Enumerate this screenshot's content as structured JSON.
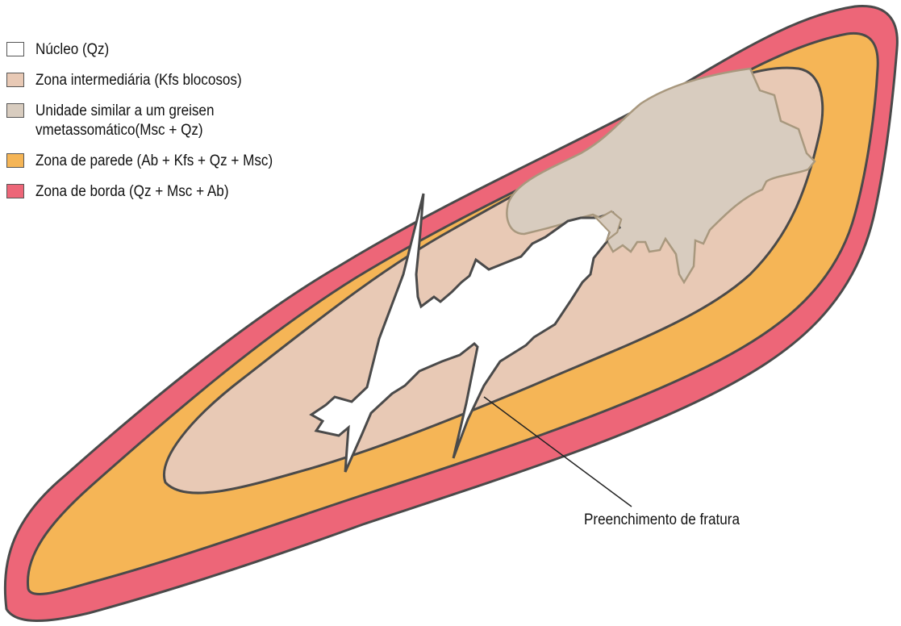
{
  "legend": {
    "items": [
      {
        "label": "Núcleo (Qz)",
        "color": "#ffffff"
      },
      {
        "label": "Zona intermediária (Kfs blocosos)",
        "color": "#e8c9b5"
      },
      {
        "label_line1": "Unidade similar a um greisen",
        "label_line2": "vmetassomático(Msc + Qz)",
        "color": "#d8ccbf"
      },
      {
        "label": "Zona de parede (Ab + Kfs + Qz + Msc)",
        "color": "#f5b556"
      },
      {
        "label": "Zona de borda (Qz + Msc + Ab)",
        "color": "#ed6678"
      }
    ]
  },
  "annotation": {
    "label": "Preenchimento de fratura"
  },
  "colors": {
    "outline": "#4a4a4a",
    "border_zone": "#ed6678",
    "wall_zone": "#f5b556",
    "intermediate_zone": "#e8c9b5",
    "greisen_unit": "#d8ccbf",
    "core": "#ffffff"
  }
}
